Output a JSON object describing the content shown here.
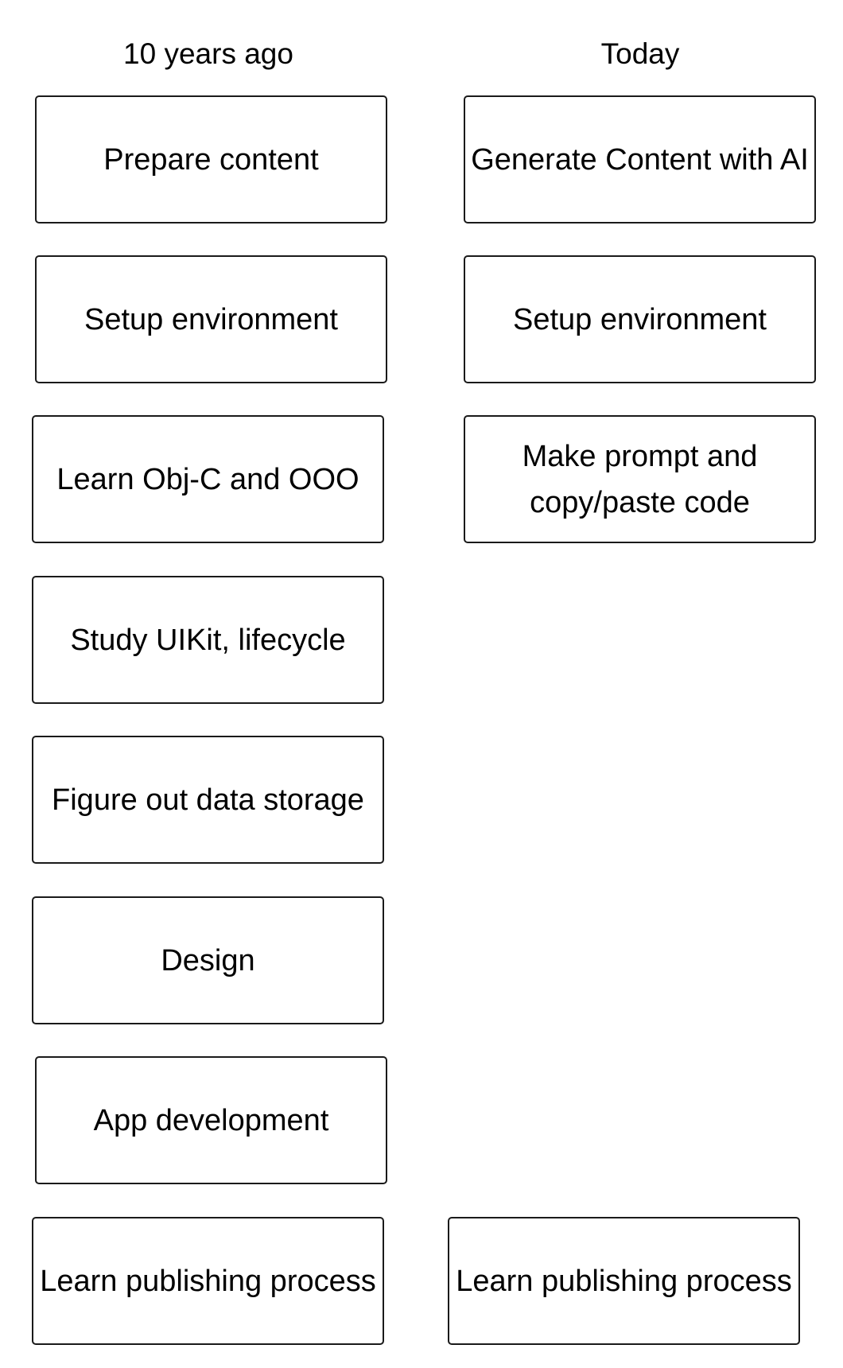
{
  "columns": [
    {
      "title": "10 years ago",
      "steps": [
        "Prepare content",
        "Setup environment",
        "Learn Obj-C and OOO",
        "Study UIKit, lifecycle",
        "Figure out data storage",
        "Design",
        "App development",
        "Learn publishing process"
      ]
    },
    {
      "title": "Today",
      "steps": [
        "Generate Content with AI",
        "Setup environment",
        "Make prompt and copy/paste code",
        "Learn publishing process"
      ]
    }
  ]
}
